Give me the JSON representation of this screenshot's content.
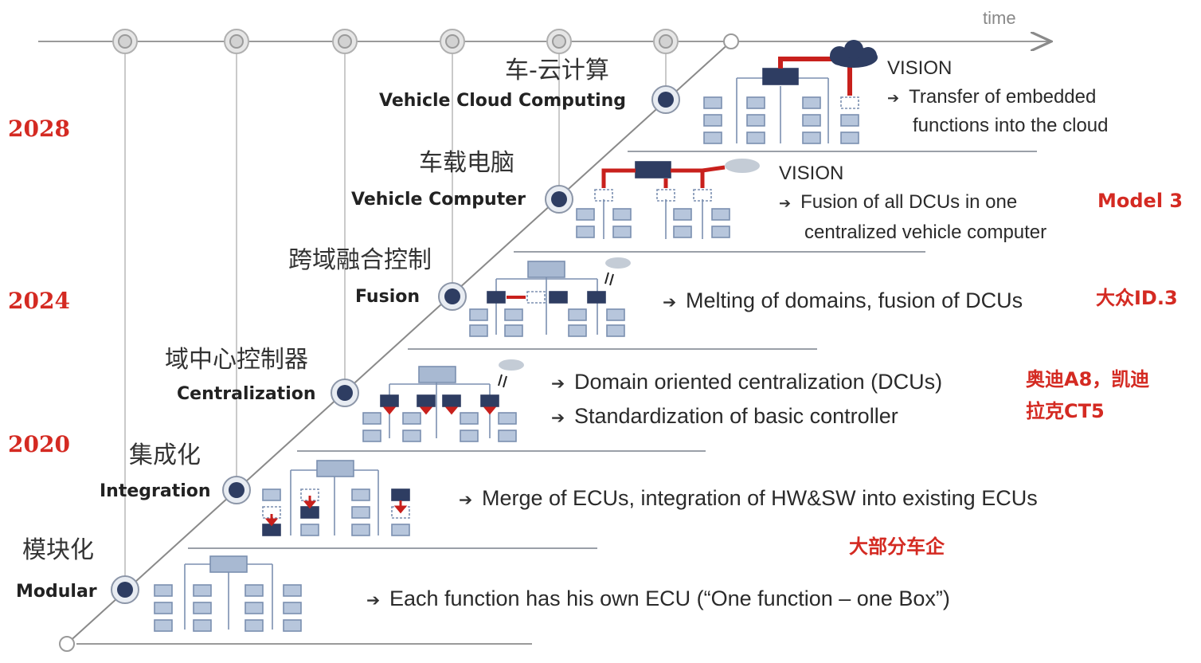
{
  "axis": {
    "time_label": "time"
  },
  "years": {
    "y2028": "2028",
    "y2024": "2024",
    "y2020": "2020"
  },
  "stages": [
    {
      "zh": "模块化",
      "en": "Modular",
      "desc": "Each function has his own ECU (“One function – one Box”)"
    },
    {
      "zh": "集成化",
      "en": "Integration",
      "desc": "Merge of ECUs, integration of HW&SW into existing ECUs"
    },
    {
      "zh": "域中心控制器",
      "en": "Centralization",
      "desc1": "Domain oriented centralization (DCUs)",
      "desc2": "Standardization of basic controller"
    },
    {
      "zh": "跨域融合控制",
      "en": "Fusion",
      "desc": "Melting of domains, fusion of DCUs"
    },
    {
      "zh": "车载电脑",
      "en": "Vehicle Computer",
      "vision": "VISION",
      "desc1": "Fusion of all DCUs in one",
      "desc2": "centralized vehicle computer"
    },
    {
      "zh": "车-云计算",
      "en": "Vehicle Cloud Computing",
      "vision": "VISION",
      "desc1": "Transfer of embedded",
      "desc2": "functions into  the cloud"
    }
  ],
  "examples": {
    "modular": "大部分车企",
    "centralization_1": "奥迪A8，凯迪",
    "centralization_2": "拉克CT5",
    "fusion": "大众ID.3",
    "vehicle_computer": "Model 3"
  },
  "colors": {
    "accent_red": "#d42a22",
    "node_fill": "#2e3d62",
    "box_fill": "#b7c6dc",
    "box_stroke": "#7b8fb0",
    "line_gray": "#8a8a8a"
  }
}
